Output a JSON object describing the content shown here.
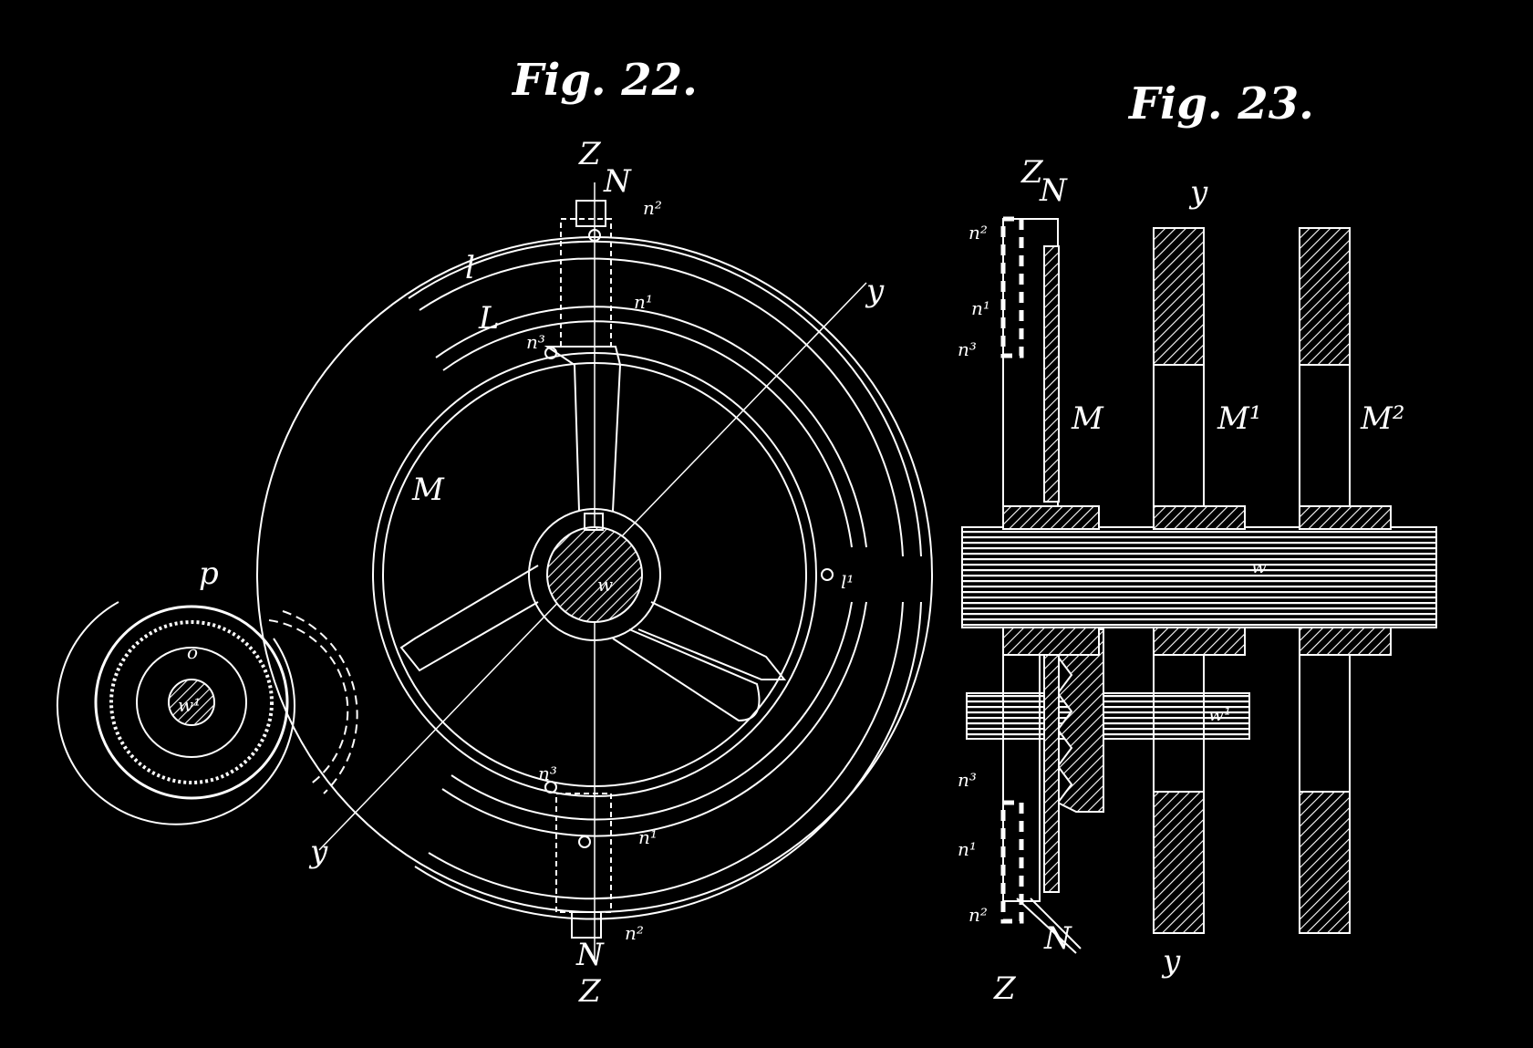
{
  "figures": {
    "fig22": {
      "title": "Fig. 22.",
      "labels": {
        "z_top": "Z",
        "n_top": "N",
        "n2_top": "n²",
        "l_small": "l",
        "l_large": "L",
        "n1_top": "n¹",
        "n3_top": "n³",
        "y_ne": "y",
        "m": "M",
        "w": "w",
        "l1": "l¹",
        "p": "p",
        "o": "o",
        "w1": "w¹",
        "y_sw": "y",
        "n3_bot": "n³",
        "n1_bot": "n¹",
        "n2_bot": "n²",
        "n_bot": "N",
        "z_bot": "Z"
      }
    },
    "fig23": {
      "title": "Fig. 23.",
      "labels": {
        "z_top": "Z",
        "n_top": "N",
        "y_top": "y",
        "n2_top": "n²",
        "n1_top": "n¹",
        "n3_top": "n³",
        "m": "M",
        "m1": "M¹",
        "m2": "M²",
        "w": "w",
        "w1": "w¹",
        "n3_bot": "n³",
        "n1_bot": "n¹",
        "n2_bot": "n²",
        "n_bot": "N",
        "z_bot": "Z",
        "y_bot": "y"
      }
    }
  },
  "colors": {
    "background": "#000000",
    "ink": "#ffffff"
  }
}
